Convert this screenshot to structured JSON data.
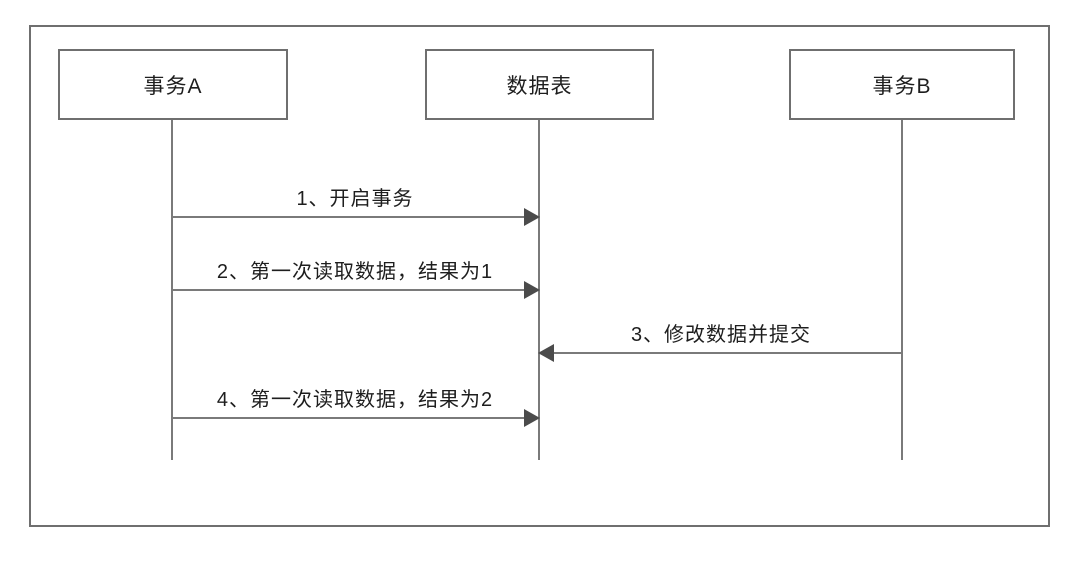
{
  "diagram": {
    "type": "sequence",
    "background": "#ffffff",
    "stroke_color": "#6f6f6f",
    "arrowhead_color": "#4b4b4b",
    "text_color": "#1e1e1e",
    "actors": [
      {
        "id": "transaction-a",
        "label": "事务A"
      },
      {
        "id": "data-table",
        "label": "数据表"
      },
      {
        "id": "transaction-b",
        "label": "事务B"
      }
    ],
    "messages": [
      {
        "step": 1,
        "label": "1、开启事务",
        "from": "事务A",
        "to": "数据表",
        "direction": "right"
      },
      {
        "step": 2,
        "label": "2、第一次读取数据，结果为1",
        "from": "事务A",
        "to": "数据表",
        "direction": "right"
      },
      {
        "step": 3,
        "label": "3、修改数据并提交",
        "from": "事务B",
        "to": "数据表",
        "direction": "left"
      },
      {
        "step": 4,
        "label": "4、第一次读取数据，结果为2",
        "from": "事务A",
        "to": "数据表",
        "direction": "right"
      }
    ]
  }
}
